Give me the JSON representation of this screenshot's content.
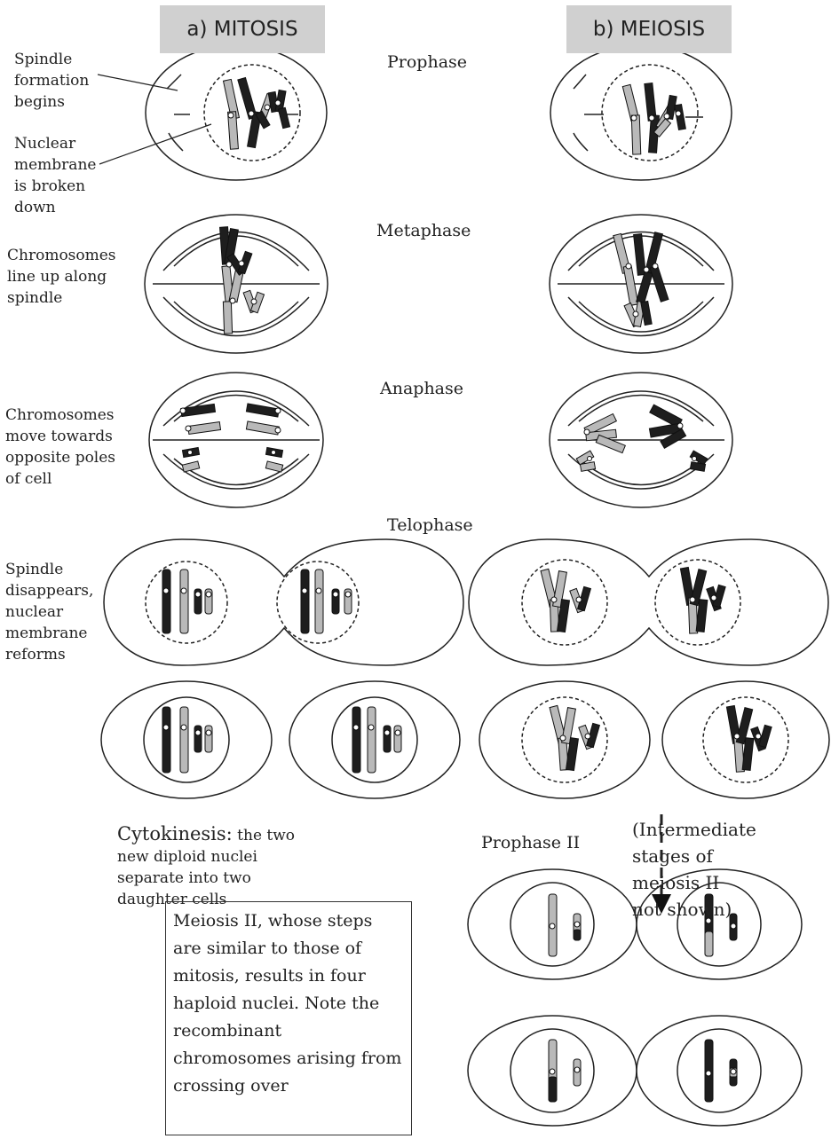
{
  "headers": {
    "mitosis": "a) MITOSIS",
    "meiosis": "b) MEIOSIS"
  },
  "stages": {
    "prophase": "Prophase",
    "metaphase": "Metaphase",
    "anaphase": "Anaphase",
    "telophase": "Telophase",
    "prophase2": "Prophase II"
  },
  "labels": {
    "spindle_formation": "Spindle\nformation\nbegins",
    "nuclear_membrane": "Nuclear\nmembrane\nis broken\ndown",
    "line_up": "Chromosomes\nline up along\nspindle",
    "move_poles": "Chromosomes\nmove towards\nopposite poles\nof cell",
    "spindle_disappears": "Spindle\ndisappears,\nnuclear\nmembrane\nreforms",
    "cytokinesis_bold": "Cytokinesis:",
    "cytokinesis_rest": " the two\nnew diploid nuclei\nseparate into two\ndaughter cells",
    "intermediate": "(Intermediate\nstages of\nmeiosis II\nnot shown)",
    "meiosis2_note": "Meiosis II, whose steps are similar to those of mitosis, results in four haploid nuclei. Note the recombinant chromosomes arising from crossing over"
  },
  "colors": {
    "dark": "#1e1e1e",
    "light": "#b9b9b9",
    "line": "#222222",
    "header_bg": "#d0d0d0"
  }
}
